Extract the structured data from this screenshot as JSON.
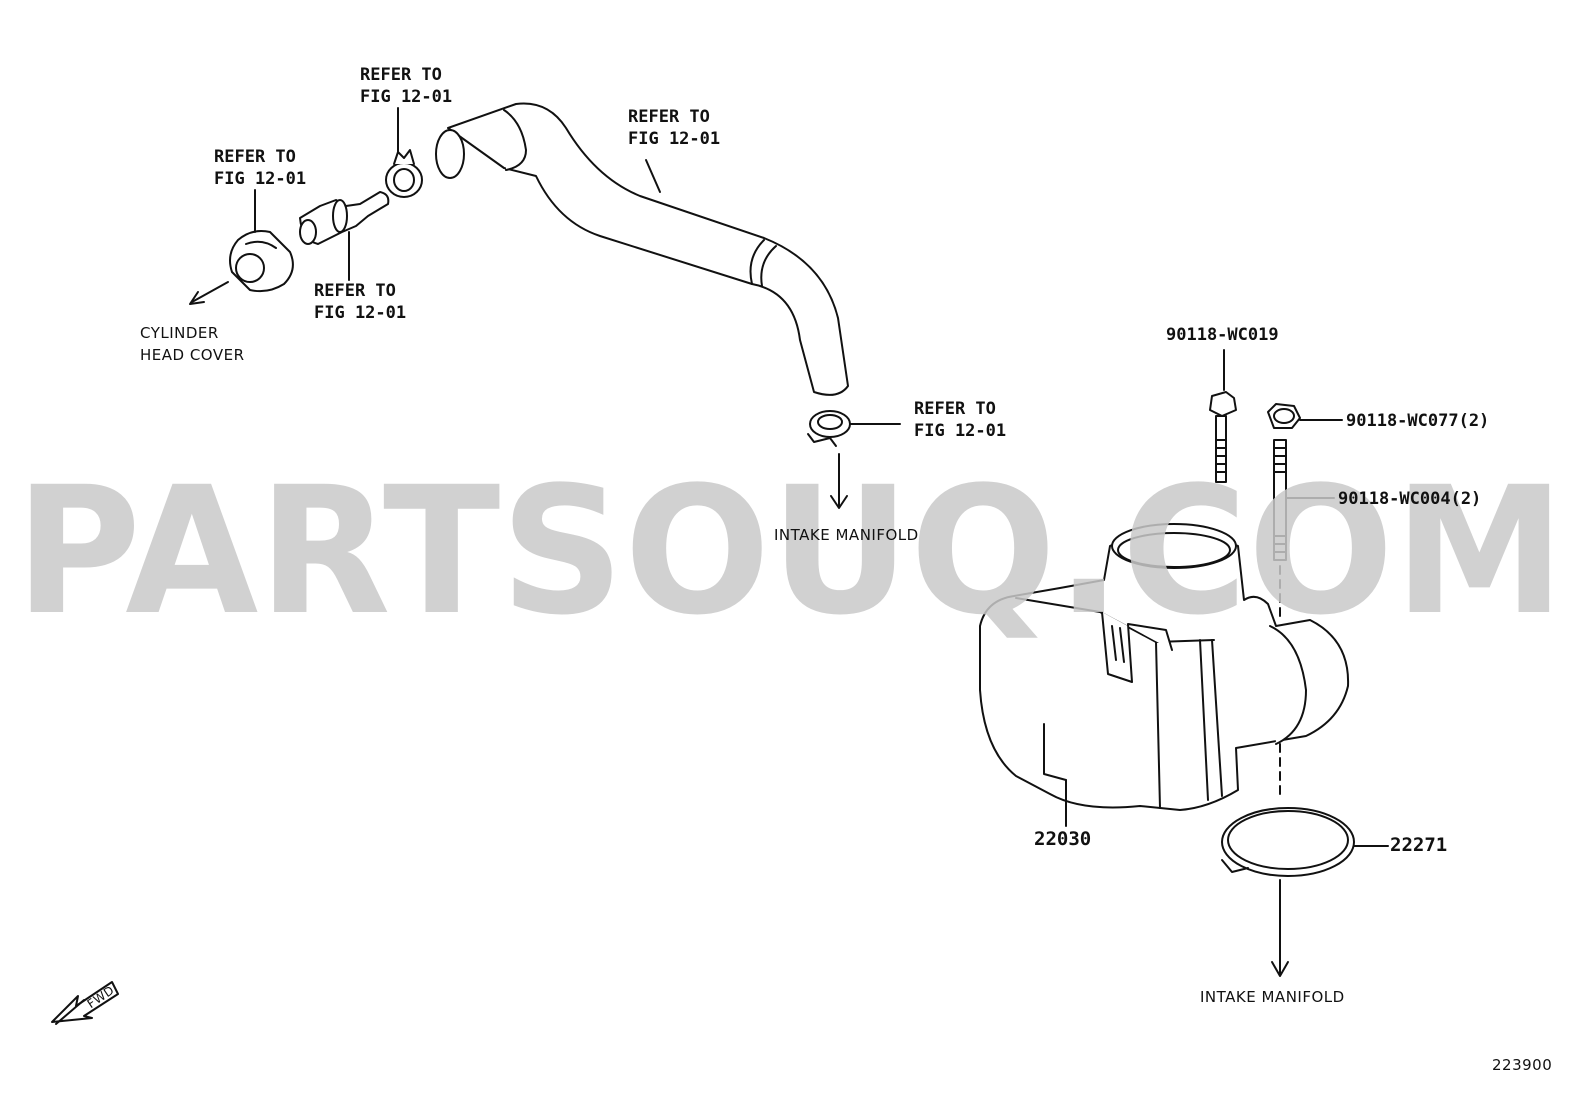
{
  "watermark": "PARTSOUQ.COM",
  "labels": {
    "refer_1_line1": "REFER TO",
    "refer_1_line2": "FIG 12-01",
    "refer_2_line1": "REFER TO",
    "refer_2_line2": "FIG 12-01",
    "refer_3_line1": "REFER TO",
    "refer_3_line2": "FIG 12-01",
    "refer_4_line1": "REFER TO",
    "refer_4_line2": "FIG 12-01",
    "refer_5_line1": "REFER TO",
    "refer_5_line2": "FIG 12-01",
    "cylinder_line1": "CYLINDER",
    "cylinder_line2": "HEAD COVER",
    "intake_1": "INTAKE MANIFOLD",
    "intake_2": "INTAKE MANIFOLD",
    "fwd": "FWD",
    "figure_no": "223900"
  },
  "parts": {
    "bolt_1": "90118-WC019",
    "bolt_2": "90118-WC077(2)",
    "stud": "90118-WC004(2)",
    "resonator": "22030",
    "ring": "22271"
  }
}
